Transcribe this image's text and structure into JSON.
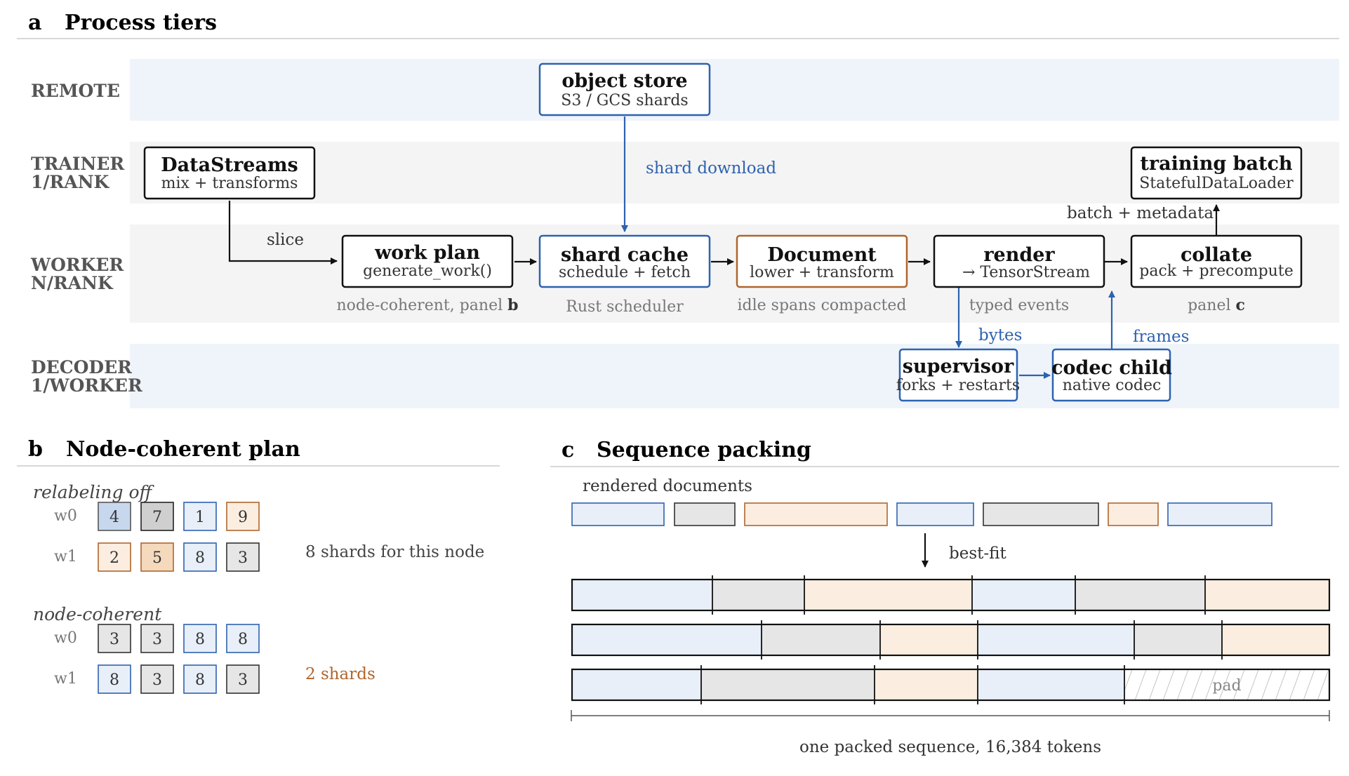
{
  "colors": {
    "blue": "#2e62b0",
    "orange": "#b0652c",
    "band_blue": "#eef4fa",
    "band_grey": "#f4f4f4",
    "fill_blue": "#e8eff9",
    "fill_grey": "#e6e6e6",
    "fill_orange": "#fbeee0",
    "dark": "#111111"
  },
  "panel_a": {
    "letter": "a",
    "title": "Process tiers",
    "tiers": {
      "remote": [
        "REMOTE"
      ],
      "trainer": [
        "TRAINER",
        "1/RANK"
      ],
      "worker": [
        "WORKER",
        "N/RANK"
      ],
      "decoder": [
        "DECODER",
        "1/WORKER"
      ]
    },
    "nodes": {
      "object_store": {
        "title": "object store",
        "sub": "S3 / GCS shards"
      },
      "datastreams": {
        "title": "DataStreams",
        "sub": "mix + transforms"
      },
      "training_batch": {
        "title": "training batch",
        "sub": "StatefulDataLoader"
      },
      "work_plan": {
        "title": "work plan",
        "sub": "generate_work()",
        "note": "node-coherent, panel ",
        "note_bold": "b"
      },
      "shard_cache": {
        "title": "shard cache",
        "sub": "schedule + fetch",
        "note": "Rust scheduler"
      },
      "document": {
        "title": "Document",
        "sub": "lower + transform",
        "note": "idle spans compacted"
      },
      "render": {
        "title": "render",
        "sub": "→ TensorStream",
        "note": "typed events"
      },
      "collate": {
        "title": "collate",
        "sub": "pack + precompute",
        "note": "panel ",
        "note_bold": "c"
      },
      "supervisor": {
        "title": "supervisor",
        "sub": "forks + restarts"
      },
      "codec_child": {
        "title": "codec child",
        "sub": "native codec"
      }
    },
    "edge_labels": {
      "shard_download": "shard download",
      "slice": "slice",
      "batch_metadata": "batch + metadata",
      "bytes": "bytes",
      "frames": "frames"
    }
  },
  "panel_b": {
    "letter": "b",
    "title": "Node-coherent plan",
    "groups": [
      {
        "label": "relabeling off",
        "note": "8 shards for this node",
        "rows": [
          {
            "worker": "w0",
            "cells": [
              {
                "v": "4",
                "c": "blue-dark"
              },
              {
                "v": "7",
                "c": "grey-dark"
              },
              {
                "v": "1",
                "c": "blue"
              },
              {
                "v": "9",
                "c": "orange"
              }
            ]
          },
          {
            "worker": "w1",
            "cells": [
              {
                "v": "2",
                "c": "orange"
              },
              {
                "v": "5",
                "c": "orange-dark"
              },
              {
                "v": "8",
                "c": "blue"
              },
              {
                "v": "3",
                "c": "grey"
              }
            ]
          }
        ]
      },
      {
        "label": "node-coherent",
        "note": "2 shards",
        "rows": [
          {
            "worker": "w0",
            "cells": [
              {
                "v": "3",
                "c": "grey"
              },
              {
                "v": "3",
                "c": "grey"
              },
              {
                "v": "8",
                "c": "blue"
              },
              {
                "v": "8",
                "c": "blue"
              }
            ]
          },
          {
            "worker": "w1",
            "cells": [
              {
                "v": "8",
                "c": "blue"
              },
              {
                "v": "3",
                "c": "grey"
              },
              {
                "v": "8",
                "c": "blue"
              },
              {
                "v": "3",
                "c": "grey"
              }
            ]
          }
        ]
      }
    ]
  },
  "panel_c": {
    "letter": "c",
    "title": "Sequence packing",
    "docs_label": "rendered documents",
    "documents": [
      "blue",
      "grey",
      "orange",
      "blue",
      "grey",
      "orange",
      "blue"
    ],
    "fit_label": "best-fit",
    "pad_label": "pad",
    "sequences": [
      [
        "blue",
        "grey",
        "orange",
        "blue",
        "grey",
        "orange"
      ],
      [
        "blue",
        "grey",
        "orange",
        "blue",
        "grey",
        "orange"
      ],
      [
        "blue",
        "grey",
        "orange",
        "blue",
        "pad"
      ]
    ],
    "caption": "one packed sequence, 16,384 tokens"
  }
}
